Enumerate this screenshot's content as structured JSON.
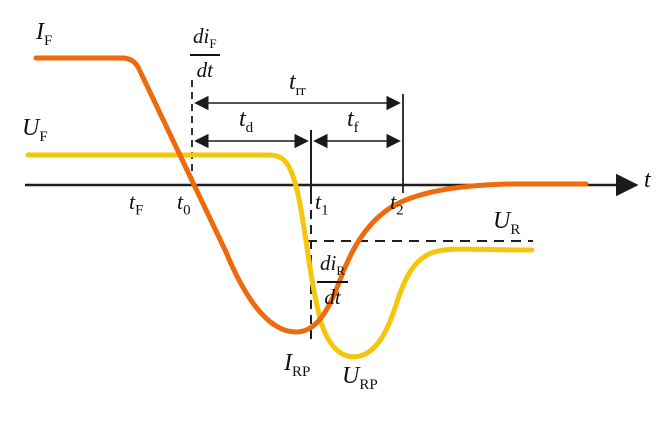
{
  "colors": {
    "current_curve": "#ee6a0d",
    "voltage_curve": "#f5c60b",
    "axis": "#1f1f1f"
  },
  "labels": {
    "i_f": {
      "main": "I",
      "sub": "F"
    },
    "dif_dt": {
      "num_main": "di",
      "num_sub": "F",
      "den": "dt"
    },
    "u_f": {
      "main": "U",
      "sub": "F"
    },
    "t_rr": {
      "main": "t",
      "sub": "rr"
    },
    "t_d": {
      "main": "t",
      "sub": "d"
    },
    "t_f": {
      "main": "t",
      "sub": "f"
    },
    "tick_tF": {
      "main": "t",
      "sub": "F"
    },
    "tick_t0": {
      "main": "t",
      "sub": "0"
    },
    "tick_t1": {
      "main": "t",
      "sub": "1"
    },
    "tick_t2": {
      "main": "t",
      "sub": "2"
    },
    "t_axis": {
      "main": "t"
    },
    "u_r": {
      "main": "U",
      "sub": "R"
    },
    "dir_dt": {
      "num_main": "di",
      "num_sub": "R",
      "den": "dt"
    },
    "i_rp": {
      "main": "I",
      "sub": "RP"
    },
    "u_rp": {
      "main": "U",
      "sub": "RP"
    }
  }
}
